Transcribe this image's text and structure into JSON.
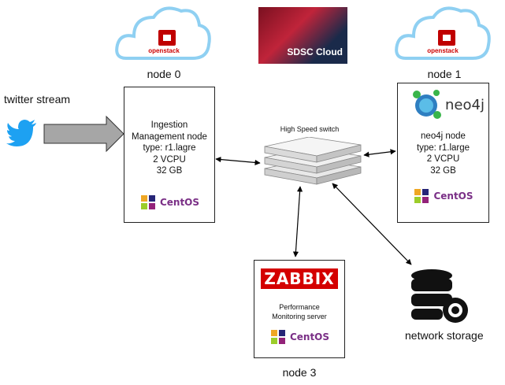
{
  "nodes": {
    "node0": {
      "title": "node 0",
      "lines": [
        "Ingestion",
        "Management node",
        "type: r1.lagre",
        "2 VCPU",
        "32 GB"
      ],
      "os": "CentOS",
      "cloud_label": "openstack"
    },
    "node1": {
      "title": "node 1",
      "lines": [
        "neo4j node",
        "type: r1.large",
        "2 VCPU",
        "32 GB"
      ],
      "os": "CentOS",
      "cloud_label": "openstack",
      "logo_text": "neo4j"
    },
    "node3": {
      "title": "node 3",
      "lines": [
        "Performance",
        "Monitoring server"
      ],
      "os": "CentOS",
      "logo_text": "ZABBIX"
    }
  },
  "twitter_label": "twitter stream",
  "switch_label": "High Speed switch",
  "storage_label": "network storage",
  "sdsc_label": "SDSC Cloud",
  "colors": {
    "twitter": "#1da1f2",
    "centos": "#7a2f86",
    "zabbix": "#d40000",
    "openstack": "#c00000"
  }
}
